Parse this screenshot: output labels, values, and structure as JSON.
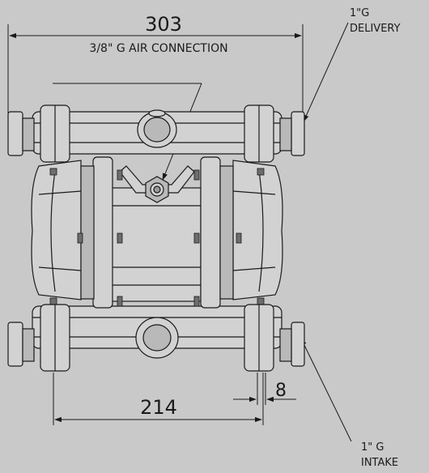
{
  "dimensions": {
    "overall_width": "303",
    "base_width": "214",
    "port_offset": "8"
  },
  "labels": {
    "air_connection": "3/8\" G AIR CONNECTION",
    "delivery_line1": "1\"G",
    "delivery_line2": "DELIVERY",
    "intake_line1": "1\" G",
    "intake_line2": "INTAKE"
  },
  "colors": {
    "background": "#c9c9c9",
    "line": "#1a1a1a",
    "body_fill": "#d2d2d2",
    "shade_fill": "#b9b9b9"
  }
}
